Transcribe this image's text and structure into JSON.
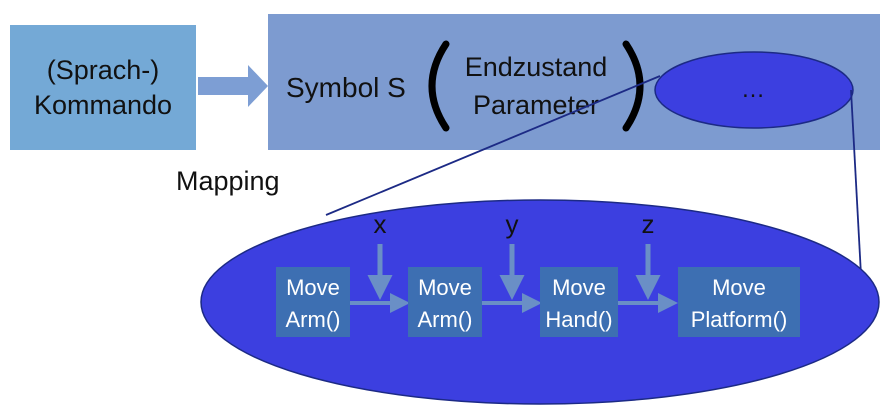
{
  "command_box": {
    "line1": "(Sprach-)",
    "line2": "Kommando"
  },
  "symbol_box": {
    "label": "Symbol S",
    "param1": "Endzustand",
    "param2": "Parameter",
    "ellipsis": "…"
  },
  "mapping_label": "Mapping",
  "parameters": {
    "x": "x",
    "y": "y",
    "z": "z"
  },
  "actions": [
    {
      "line1": "Move",
      "line2": "Arm()"
    },
    {
      "line1": "Move",
      "line2": "Arm()"
    },
    {
      "line1": "Move",
      "line2": "Hand()"
    },
    {
      "line1": "Move",
      "line2": "Platform()"
    }
  ],
  "colors": {
    "command_fill": "#74a9d6",
    "symbol_fill": "#7d9bd0",
    "ellipse_fill": "#3c3fe0",
    "action_fill": "#3d6fb2",
    "arrow": "#6a8fc6",
    "line": "#1c2a85"
  }
}
